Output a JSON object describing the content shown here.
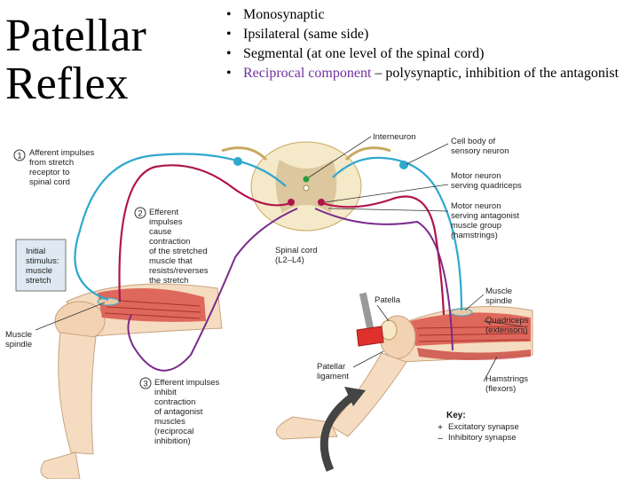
{
  "slide": {
    "title_line1": "Patellar",
    "title_line2": "Reflex",
    "bullets": [
      {
        "text": "Monosynaptic"
      },
      {
        "text": "Ipsilateral (same side)"
      },
      {
        "text": "Segmental (at one level of the spinal cord)"
      },
      {
        "highlight": "Reciprocal component",
        "text": " – polysynaptic, inhibition of the antagonist"
      }
    ]
  },
  "diagram": {
    "steps": [
      {
        "num": "1",
        "lines": [
          "Afferent impulses",
          "from stretch",
          "receptor to",
          "spinal cord"
        ]
      },
      {
        "num": "2",
        "lines": [
          "Efferent",
          "impulses",
          "cause",
          "contraction",
          "of the stretched",
          "muscle that",
          "resists/reverses",
          "the stretch"
        ]
      },
      {
        "num": "3",
        "lines": [
          "Efferent impulses",
          "inhibit",
          "contraction",
          "of antagonist",
          "muscles",
          "(reciprocal",
          "inhibition)"
        ]
      }
    ],
    "initial_stimulus": [
      "Initial",
      "stimulus:",
      "muscle",
      "stretch"
    ],
    "labels": {
      "interneuron": [
        "Interneuron"
      ],
      "cell_body": [
        "Cell body of",
        "sensory neuron"
      ],
      "motor_quadriceps": [
        "Motor neuron",
        "serving quadriceps"
      ],
      "motor_antagonist": [
        "Motor neuron",
        "serving antagonist",
        "muscle group",
        "(hamstrings)"
      ],
      "spinal_cord": [
        "Spinal cord",
        "(L2–L4)"
      ],
      "muscle_spindle_left": [
        "Muscle",
        "spindle"
      ],
      "patella": [
        "Patella"
      ],
      "muscle_spindle_right": [
        "Muscle",
        "spindle"
      ],
      "quadriceps": [
        "Quadriceps",
        "(extensors)"
      ],
      "patellar_ligament": [
        "Patellar",
        "ligament"
      ],
      "hamstrings": [
        "Hamstrings",
        "(flexors)"
      ]
    },
    "key": {
      "title": "Key:",
      "items": [
        {
          "symbol": "+",
          "label": "Excitatory synapse"
        },
        {
          "symbol": "–",
          "label": "Inhibitory synapse"
        }
      ]
    },
    "colors": {
      "sensory": "#2ea8cf",
      "motor": "#b0144c",
      "inhibitory": "#7a2a8a",
      "muscle": "#d9544a",
      "skin": "#f5dcc0",
      "callout_bg": "#dfe9f3",
      "cord_white": "#f4e9c8"
    }
  }
}
